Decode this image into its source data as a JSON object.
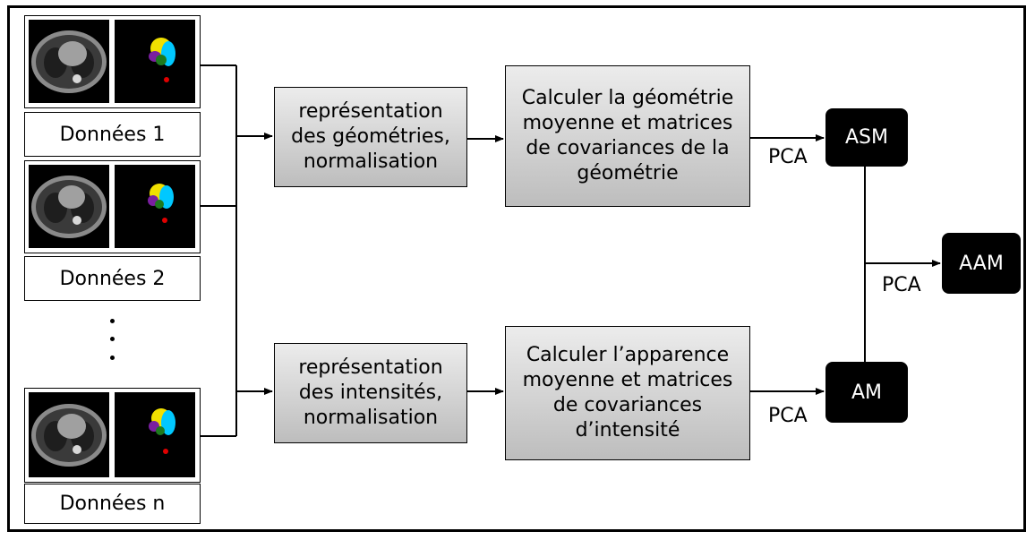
{
  "datasets": [
    {
      "label": "Données 1"
    },
    {
      "label": "Données 2"
    },
    {
      "label": "Données n"
    }
  ],
  "ellipsis": "...",
  "steps": {
    "geometry_representation": "représentation\ndes géométries,\nnormalisation",
    "intensity_representation": "représentation\ndes intensités,\nnormalisation",
    "geometry_statistics": "Calculer la géométrie\nmoyenne et matrices\nde covariances de la\ngéométrie",
    "appearance_statistics": "Calculer l’apparence\nmoyenne et matrices\nde covariances\nd’intensité"
  },
  "models": {
    "asm": "ASM",
    "am": "AM",
    "aam": "AAM"
  },
  "pca_labels": {
    "to_asm": "PCA",
    "to_am": "PCA",
    "to_aam": "PCA"
  }
}
